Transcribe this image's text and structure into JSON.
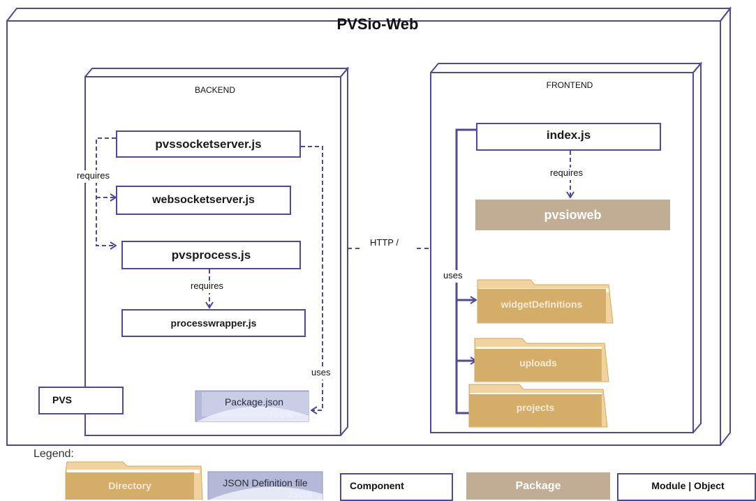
{
  "diagram": {
    "title": "PVSio-Web",
    "backend": {
      "label": "BACKEND",
      "components": {
        "pvssocketserver": "pvssocketserver.js",
        "websocketserver": "websocketserver.js",
        "pvsprocess": "pvsprocess.js",
        "processwrapper": "processwrapper.js"
      },
      "package_json": {
        "label": "Package.json",
        "tag": "JSON"
      },
      "edges": {
        "requires_1": "requires",
        "requires_2": "requires",
        "uses": "uses"
      }
    },
    "frontend": {
      "label": "FRONTEND",
      "components": {
        "index": "index.js"
      },
      "package": "pvsioweb",
      "folders": [
        "widgetDefinitions",
        "uploads",
        "projects"
      ],
      "edges": {
        "requires": "requires",
        "uses": "uses"
      }
    },
    "connector_label": "HTTP /",
    "pvs": {
      "label": "PVS"
    }
  },
  "legend": {
    "title": "Legend:",
    "directory": "Directory",
    "json_file": {
      "label": "JSON Definition file",
      "tag": "JSON"
    },
    "component": "Component",
    "package": "Package",
    "module": "Module | Object"
  },
  "colors": {
    "border": "#4e4a96",
    "package": "#c0ad93",
    "folder": "#d7ae64",
    "json": "#b4b9d7"
  }
}
